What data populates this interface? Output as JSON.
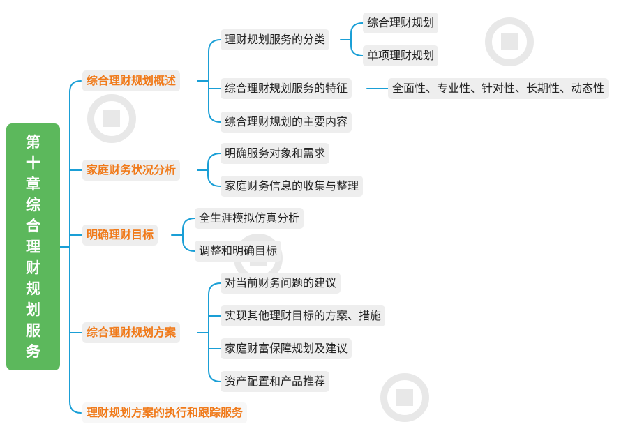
{
  "root": {
    "label": "第十章综合理财规划服务"
  },
  "branches": [
    {
      "label": "综合理财规划概述",
      "children": [
        {
          "label": "理财规划服务的分类",
          "children": [
            "综合理财规划",
            "单项理财规划"
          ]
        },
        {
          "label": "综合理财规划服务的特征",
          "children": [
            "全面性、专业性、针对性、长期性、动态性"
          ]
        },
        {
          "label": "综合理财规划的主要内容"
        }
      ]
    },
    {
      "label": "家庭财务状况分析",
      "children": [
        {
          "label": "明确服务对象和需求"
        },
        {
          "label": "家庭财务信息的收集与整理"
        }
      ]
    },
    {
      "label": "明确理财目标",
      "children": [
        {
          "label": "全生涯模拟仿真分析"
        },
        {
          "label": "调整和明确目标"
        }
      ]
    },
    {
      "label": "综合理财规划方案",
      "children": [
        {
          "label": "对当前财务问题的建议"
        },
        {
          "label": "实现其他理财目标的方案、措施"
        },
        {
          "label": "家庭财富保障规划及建议"
        },
        {
          "label": "资产配置和产品推荐"
        }
      ]
    },
    {
      "label": "理财规划方案的执行和跟踪服务"
    }
  ],
  "colors": {
    "root_bg": "#5cb85c",
    "connector": "#1a9fd6",
    "branch_text": "#f07a1a",
    "node_bg": "#eeeeee"
  }
}
